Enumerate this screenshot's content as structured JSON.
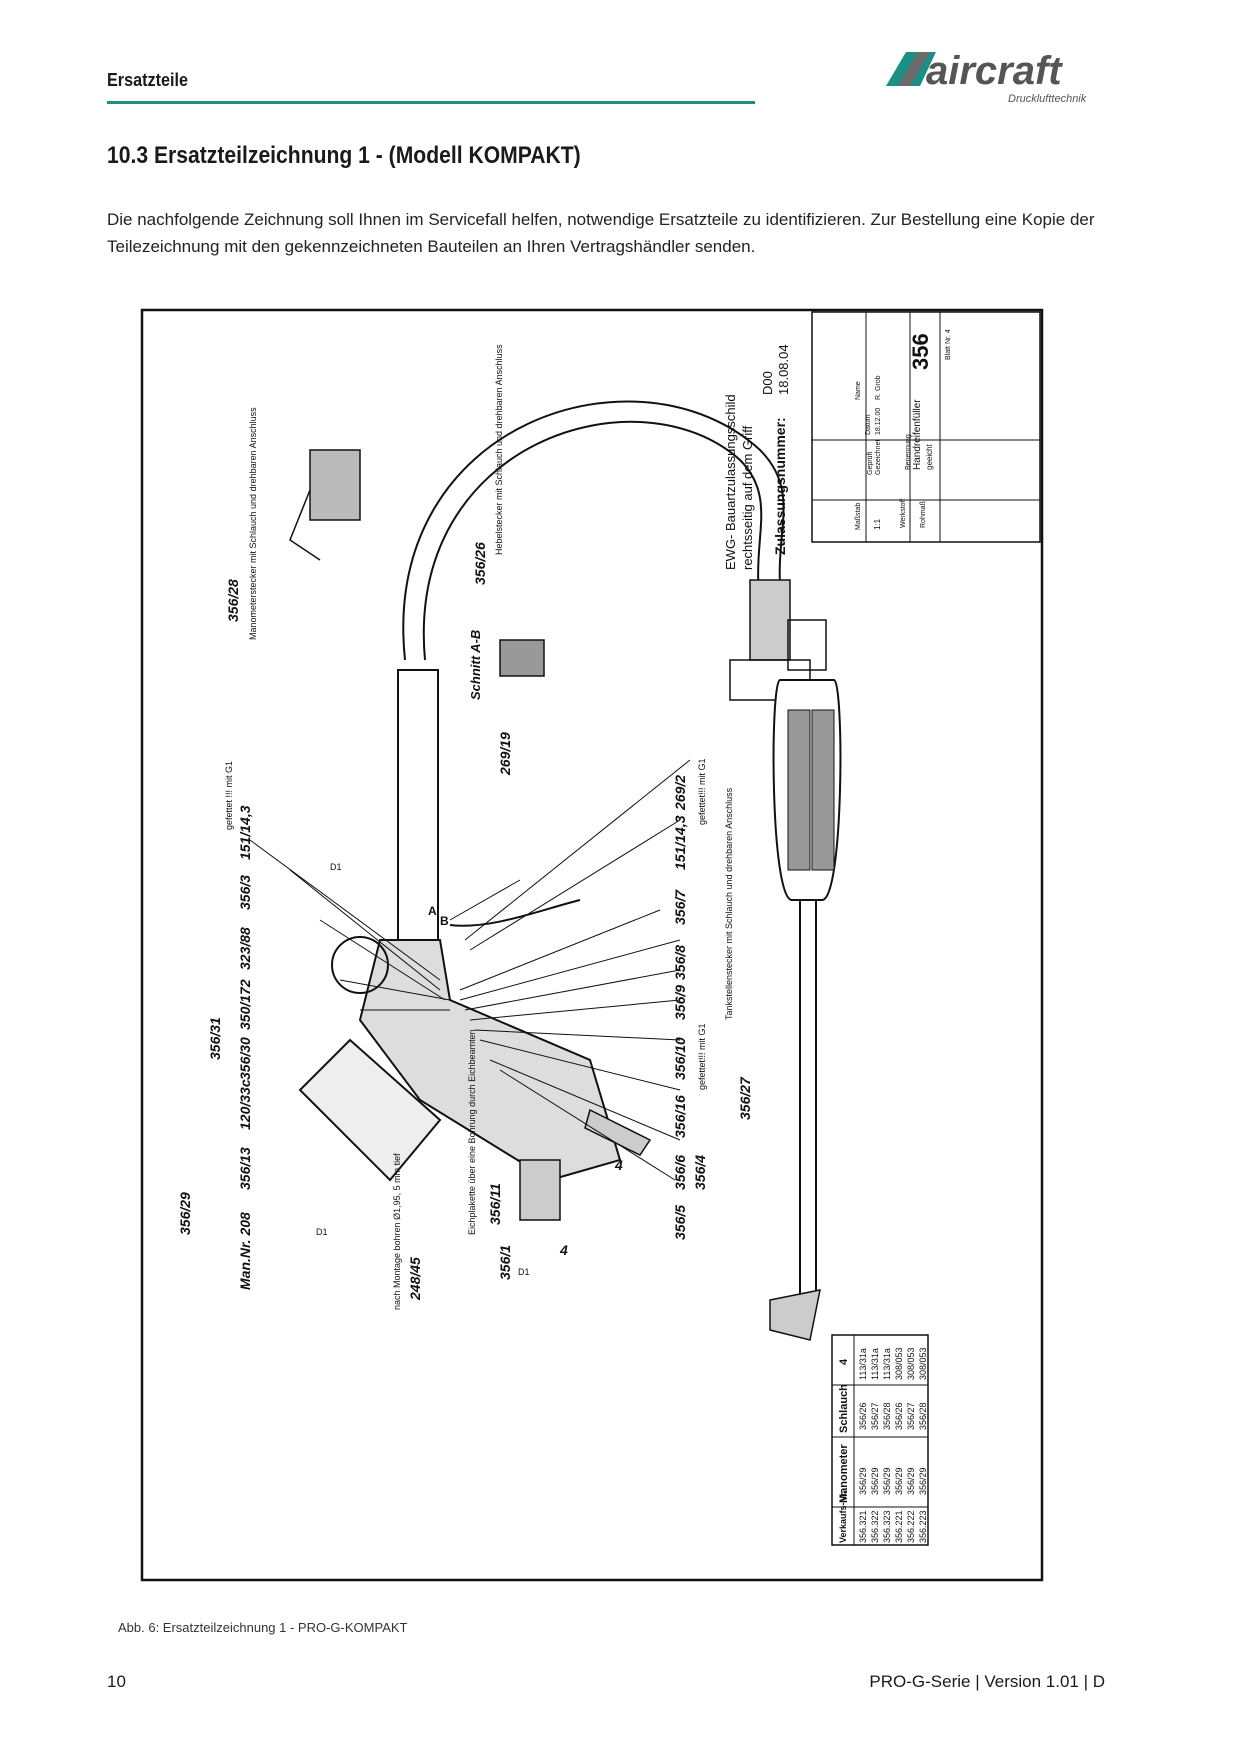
{
  "header": {
    "section_label": "Ersatzteile",
    "brand": "aircraft",
    "brand_tagline": "Drucklufttechnik",
    "accent_color": "#1c8f85"
  },
  "section_title": "10.3 Ersatzteilzeichnung 1 - (Modell KOMPAKT)",
  "intro_text": "Die nachfolgende Zeichnung soll Ihnen im Servicefall helfen, notwendige Ersatzteile zu identifizieren. Zur Bestellung eine Kopie der Teilezeichnung mit den gekennzeichneten Bauteilen an Ihren Vertragshändler senden.",
  "drawing": {
    "part_labels": [
      "356/28",
      "356/26",
      "269/19",
      "269/2",
      "151/14,3",
      "356/7",
      "356/8",
      "356/9",
      "356/10",
      "356/16",
      "356/6",
      "356/4",
      "356/5",
      "356/11",
      "356/1",
      "248/45",
      "356/13",
      "120/33c",
      "356/30",
      "350/172",
      "323/88",
      "356/3",
      "151/14,3",
      "356/31",
      "356/29",
      "Man.Nr. 208",
      "356/27",
      "4",
      "4"
    ],
    "callouts": {
      "gefettet_g1": "gefettet !!! mit G1",
      "gefettet_g1_b": "gefettet!!! mit G1",
      "gefettet_g1_c": "gefettet!!! mit G1",
      "hebelstecker": "Hebelstecker mit Schlauch und drehbaren Anschluss",
      "manometerstecker": "Manometerstecker mit Schlauch und drehbaren Anschluss",
      "tankstellenstecker": "Tankstellenstecker mit Schlauch und drehbaren Anschluss",
      "schnitt": "Schnitt A-B",
      "eichplakette": "Eichplakette über eine Bohrung durch Eichbeamten",
      "montage": "nach Montage bohren Ø1,95, 5 mm tief",
      "d1": "D1",
      "a": "A",
      "b": "B"
    },
    "approval": {
      "line1": "EWG- Bauartzulassungsschild",
      "line2": "rechtsseitig auf dem Griff",
      "number_label": "Zulassungsnummer:",
      "number_top": "D00",
      "number_bottom": "18.08.04"
    },
    "title_block": {
      "drawing_number": "356",
      "name_label": "Benennung",
      "name": "Handreifenfüller",
      "name_sub": "geeicht",
      "material": "Werkstoff",
      "rohmass": "Rohmaß",
      "gezeichnet": "Gezeichnet",
      "geprueft": "Geprüft",
      "datum": "Datum",
      "name_col": "Name",
      "datum_value": "18.12.00",
      "name_value": "R. Grob",
      "massstab": "Maßstab",
      "massstab_value": "1:1",
      "blatt": "Blatt Nr. 4"
    },
    "variant_table": {
      "headers": [
        "Verkaufs-Nr.",
        "Manometer",
        "Schlauch",
        "4"
      ],
      "rows": [
        [
          "356.321",
          "356/29",
          "356/26",
          "113/31a"
        ],
        [
          "356.322",
          "356/29",
          "356/27",
          "113/31a"
        ],
        [
          "356.323",
          "356/29",
          "356/28",
          "113/31a"
        ],
        [
          "356.221",
          "356/29",
          "356/26",
          "308/053"
        ],
        [
          "356.222",
          "356/29",
          "356/27",
          "308/053"
        ],
        [
          "356.223",
          "356/29",
          "356/28",
          "308/053"
        ]
      ]
    }
  },
  "caption": "Abb. 6: Ersatzteilzeichnung 1 - PRO-G-KOMPAKT",
  "footer": {
    "page_number": "10",
    "document": "PRO-G-Serie | Version 1.01 | D"
  }
}
